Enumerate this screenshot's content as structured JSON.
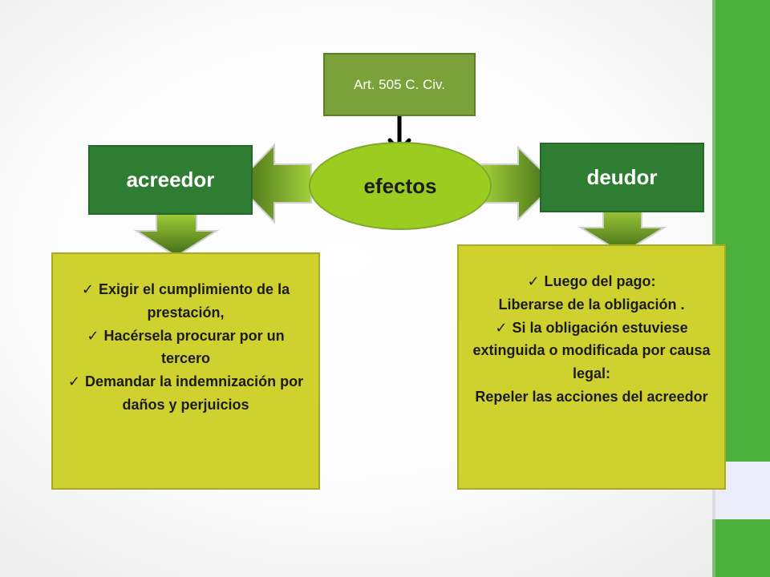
{
  "diagram": {
    "art": "Art. 505 C. Civ.",
    "center": "efectos",
    "left_title": "acreedor",
    "right_title": "deudor",
    "check_mark": "✓",
    "left_items": [
      "Exigir el cumplimiento de la prestación,",
      "Hacérsela procurar por un tercero",
      "Demandar la indemnización por daños y perjuicios"
    ],
    "right_lines": {
      "check1": "Luego del pago:",
      "line2": "Liberarse de la obligación .",
      "check2": "Si  la obligación estuviese extinguida o modificada por causa legal:",
      "line4": "Repeler las acciones del acreedor"
    }
  },
  "colors": {
    "dark_green": "#2e7d32",
    "olive_green": "#7aa13a",
    "lime": "#9bcc1f",
    "yellow_green": "#cfd12f",
    "side_green": "#4caf3c",
    "side_pale": "#ececf8"
  }
}
